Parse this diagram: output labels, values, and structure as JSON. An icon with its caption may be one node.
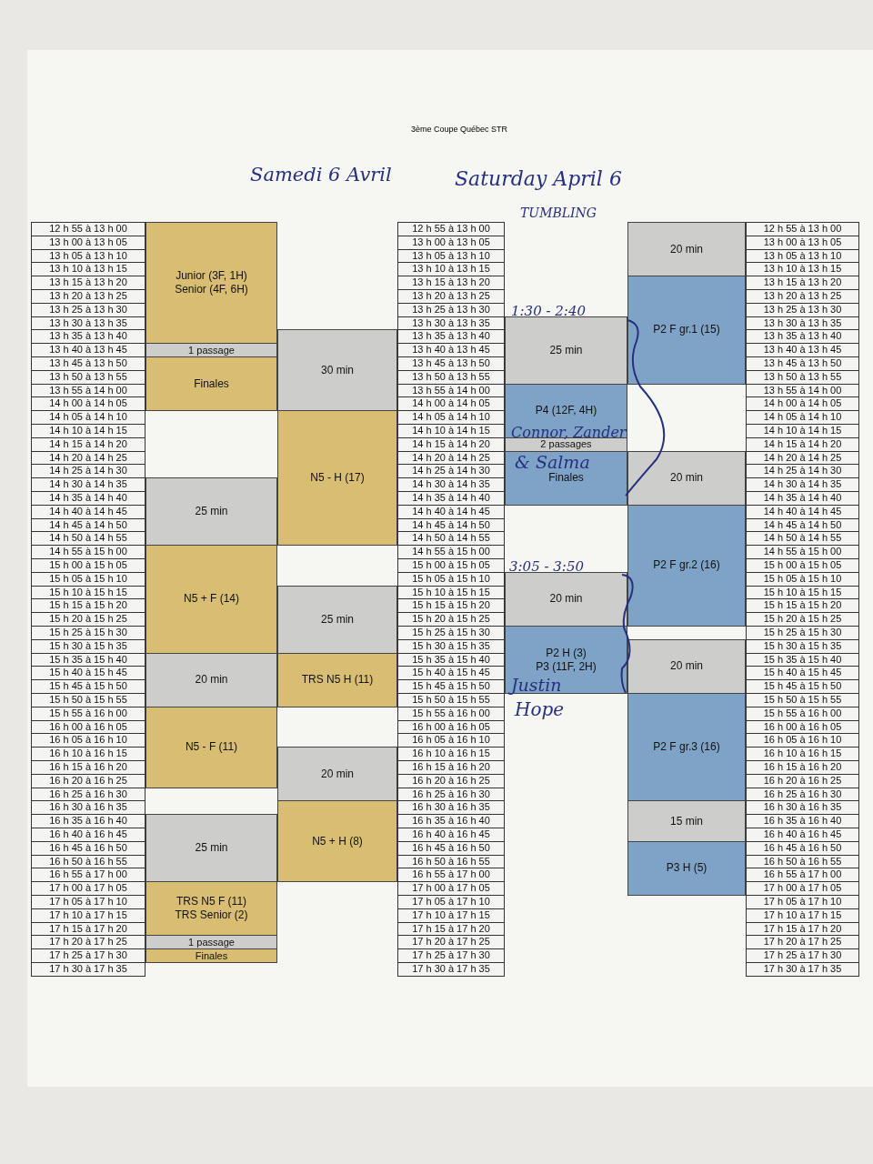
{
  "diagram": {
    "title": "3ème Coupe Québec STR",
    "labels": [
      "Samedi 6 Avril",
      "Saturday April 6",
      "TUMBLING",
      "12 h 55 à 13 h 00",
      "12 h 55 à 13 h 00",
      "12 h 55 à 13 h 00",
      "13 h 00 à 13 h 05",
      "13 h 00 à 13 h 05",
      "13 h 00 à 13 h 05",
      "13 h 05 à 13 h 10",
      "13 h 05 à 13 h 10",
      "13 h 05 à 13 h 10",
      "13 h 10 à 13 h 15",
      "13 h 10 à 13 h 15",
      "13 h 10 à 13 h 15",
      "13 h 15 à 13 h 20",
      "13 h 15 à 13 h 20",
      "13 h 15 à 13 h 20",
      "13 h 20 à 13 h 25",
      "13 h 20 à 13 h 25",
      "13 h 20 à 13 h 25",
      "13 h 25 à 13 h 30",
      "13 h 25 à 13 h 30",
      "13 h 25 à 13 h 30",
      "13 h 30 à 13 h 35",
      "13 h 30 à 13 h 35",
      "13 h 30 à 13 h 35",
      "13 h 35 à 13 h 40",
      "13 h 35 à 13 h 40",
      "13 h 35 à 13 h 40",
      "13 h 40 à 13 h 45",
      "13 h 40 à 13 h 45",
      "13 h 40 à 13 h 45",
      "13 h 45 à 13 h 50",
      "13 h 45 à 13 h 50",
      "13 h 45 à 13 h 50",
      "13 h 50 à 13 h 55",
      "13 h 50 à 13 h 55",
      "13 h 50 à 13 h 55",
      "13 h 55 à 14 h 00",
      "13 h 55 à 14 h 00",
      "13 h 55 à 14 h 00",
      "14 h 00 à 14 h 05",
      "14 h 00 à 14 h 05",
      "14 h 00 à 14 h 05",
      "14 h 05 à 14 h 10",
      "14 h 05 à 14 h 10",
      "14 h 05 à 14 h 10",
      "14 h 10 à 14 h 15",
      "14 h 10 à 14 h 15",
      "14 h 10 à 14 h 15",
      "14 h 15 à 14 h 20",
      "14 h 15 à 14 h 20",
      "14 h 15 à 14 h 20",
      "14 h 20 à 14 h 25",
      "14 h 20 à 14 h 25",
      "14 h 20 à 14 h 25",
      "14 h 25 à 14 h 30",
      "14 h 25 à 14 h 30",
      "14 h 25 à 14 h 30",
      "14 h 30 à 14 h 35",
      "14 h 30 à 14 h 35",
      "14 h 30 à 14 h 35",
      "14 h 35 à 14 h 40",
      "14 h 35 à 14 h 40",
      "14 h 35 à 14 h 40",
      "14 h 40 à 14 h 45",
      "14 h 40 à 14 h 45",
      "14 h 40 à 14 h 45",
      "14 h 45 à 14 h 50",
      "14 h 45 à 14 h 50",
      "14 h 45 à 14 h 50",
      "14 h 50 à 14 h 55",
      "14 h 50 à 14 h 55",
      "14 h 50 à 14 h 55",
      "14 h 55 à 15 h 00",
      "14 h 55 à 15 h 00",
      "14 h 55 à 15 h 00",
      "15 h 00 à 15 h 05",
      "15 h 00 à 15 h 05",
      "15 h 00 à 15 h 05",
      "15 h 05 à 15 h 10",
      "15 h 05 à 15 h 10",
      "15 h 05 à 15 h 10",
      "15 h 10 à 15 h 15",
      "15 h 10 à 15 h 15",
      "15 h 10 à 15 h 15",
      "15 h 15 à 15 h 20",
      "15 h 15 à 15 h 20",
      "15 h 15 à 15 h 20",
      "15 h 20 à 15 h 25",
      "15 h 20 à 15 h 25",
      "15 h 20 à 15 h 25",
      "15 h 25 à 15 h 30",
      "15 h 25 à 15 h 30",
      "15 h 25 à 15 h 30",
      "15 h 30 à 15 h 35",
      "15 h 30 à 15 h 35",
      "15 h 30 à 15 h 35",
      "15 h 35 à 15 h 40",
      "15 h 35 à 15 h 40",
      "15 h 35 à 15 h 40",
      "15 h 40 à 15 h 45",
      "15 h 40 à 15 h 45",
      "15 h 40 à 15 h 45",
      "15 h 45 à 15 h 50",
      "15 h 45 à 15 h 50",
      "15 h 45 à 15 h 50",
      "15 h 50 à 15 h 55",
      "15 h 50 à 15 h 55",
      "15 h 50 à 15 h 55",
      "15 h 55 à 16 h 00",
      "15 h 55 à 16 h 00",
      "15 h 55 à 16 h 00",
      "16 h 00 à 16 h 05",
      "16 h 00 à 16 h 05",
      "16 h 00 à 16 h 05",
      "16 h 05 à 16 h 10",
      "16 h 05 à 16 h 10",
      "16 h 05 à 16 h 10",
      "16 h 10 à 16 h 15",
      "16 h 10 à 16 h 15",
      "16 h 10 à 16 h 15",
      "16 h 15 à 16 h 20",
      "16 h 15 à 16 h 20",
      "16 h 15 à 16 h 20",
      "16 h 20 à 16 h 25",
      "16 h 20 à 16 h 25",
      "16 h 20 à 16 h 25",
      "16 h 25 à 16 h 30",
      "16 h 25 à 16 h 30",
      "16 h 25 à 16 h 30",
      "16 h 30 à 16 h 35",
      "16 h 30 à 16 h 35",
      "16 h 30 à 16 h 35",
      "16 h 35 à 16 h 40",
      "16 h 35 à 16 h 40",
      "16 h 35 à 16 h 40",
      "16 h 40 à 16 h 45",
      "16 h 40 à 16 h 45",
      "16 h 40 à 16 h 45",
      "16 h 45 à 16 h 50",
      "16 h 45 à 16 h 50",
      "16 h 45 à 16 h 50",
      "16 h 50 à 16 h 55",
      "16 h 50 à 16 h 55",
      "16 h 50 à 16 h 55",
      "16 h 55 à 17 h 00",
      "16 h 55 à 17 h 00",
      "16 h 55 à 17 h 00",
      "17 h 00 à 17 h 05",
      "17 h 00 à 17 h 05",
      "17 h 00 à 17 h 05",
      "17 h 05 à 17 h 10",
      "17 h 05 à 17 h 10",
      "17 h 05 à 17 h 10",
      "17 h 10 à 17 h 15",
      "17 h 10 à 17 h 15",
      "17 h 10 à 17 h 15",
      "17 h 15 à 17 h 20",
      "17 h 15 à 17 h 20",
      "17 h 15 à 17 h 20",
      "17 h 20 à 17 h 25",
      "17 h 20 à 17 h 25",
      "17 h 20 à 17 h 25",
      "17 h 25 à 17 h 30",
      "17 h 25 à 17 h 30",
      "17 h 25 à 17 h 30",
      "17 h 30 à 17 h 35",
      "17 h 30 à 17 h 35",
      "17 h 30 à 17 h 35",
      "Junior (3F, 1H)",
      "Senior (4F, 6H)",
      "1 passage",
      "Finales",
      "25 min",
      "N5 + F (14)",
      "20 min",
      "N5 - F (11)",
      "25 min",
      "TRS N5 F (11)",
      "TRS Senior (2)",
      "1 passage",
      "Finales",
      "30 min",
      "N5 - H (17)",
      "25 min",
      "TRS N5 H (11)",
      "20 min",
      "N5 + H (8)",
      "25 min",
      "P4 (12F, 4H)",
      "2 passages",
      "Finales",
      "20 min",
      "P2 H (3)",
      "P3 (11F, 2H)",
      "20 min",
      "P2 F gr.1 (15)",
      "20 min",
      "P2 F gr.2 (16)",
      "20 min",
      "P2 F gr.3 (16)",
      "15 min",
      "P3 H (5)",
      "1:30 - 2:40",
      "Connor, Zander",
      "& Salma",
      "3:05 - 3:50",
      "Justin",
      "Hope"
    ]
  }
}
